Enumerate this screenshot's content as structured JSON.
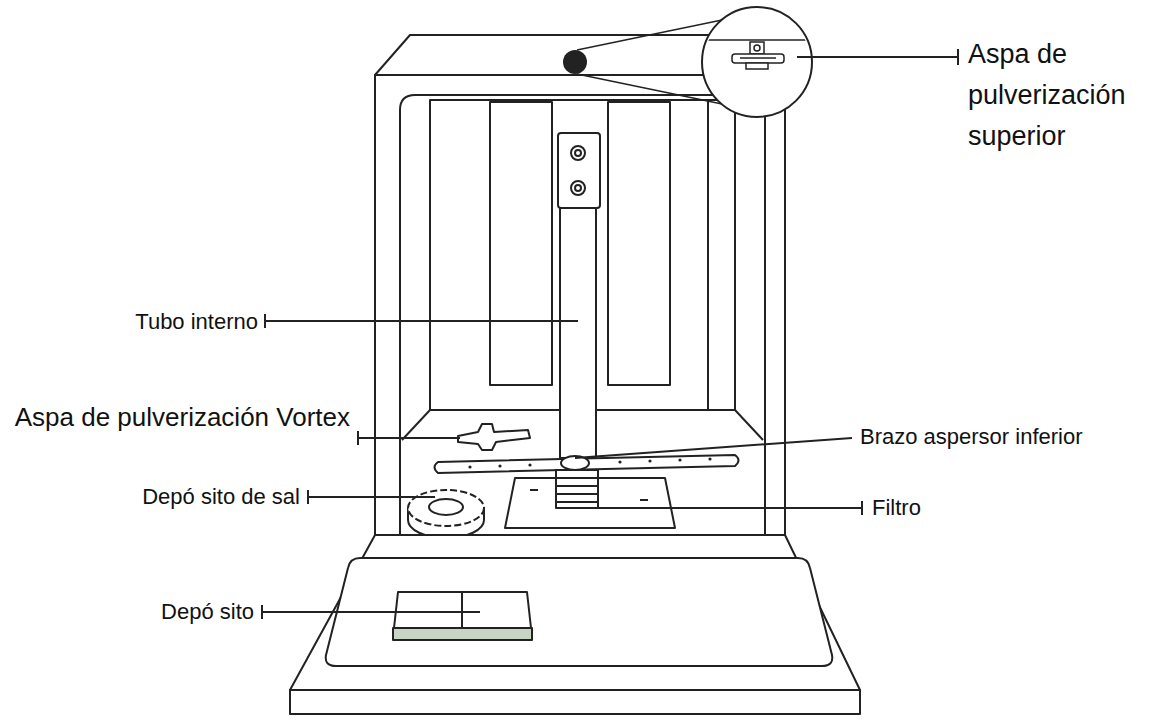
{
  "diagram": {
    "labels": [
      "Aspa de pulverización superior",
      "Tubo interno",
      "Aspa de pulverización Vortex",
      "Brazo aspersor inferior",
      "Depó sito de sal",
      "Filtro",
      "Depó sito"
    ]
  }
}
